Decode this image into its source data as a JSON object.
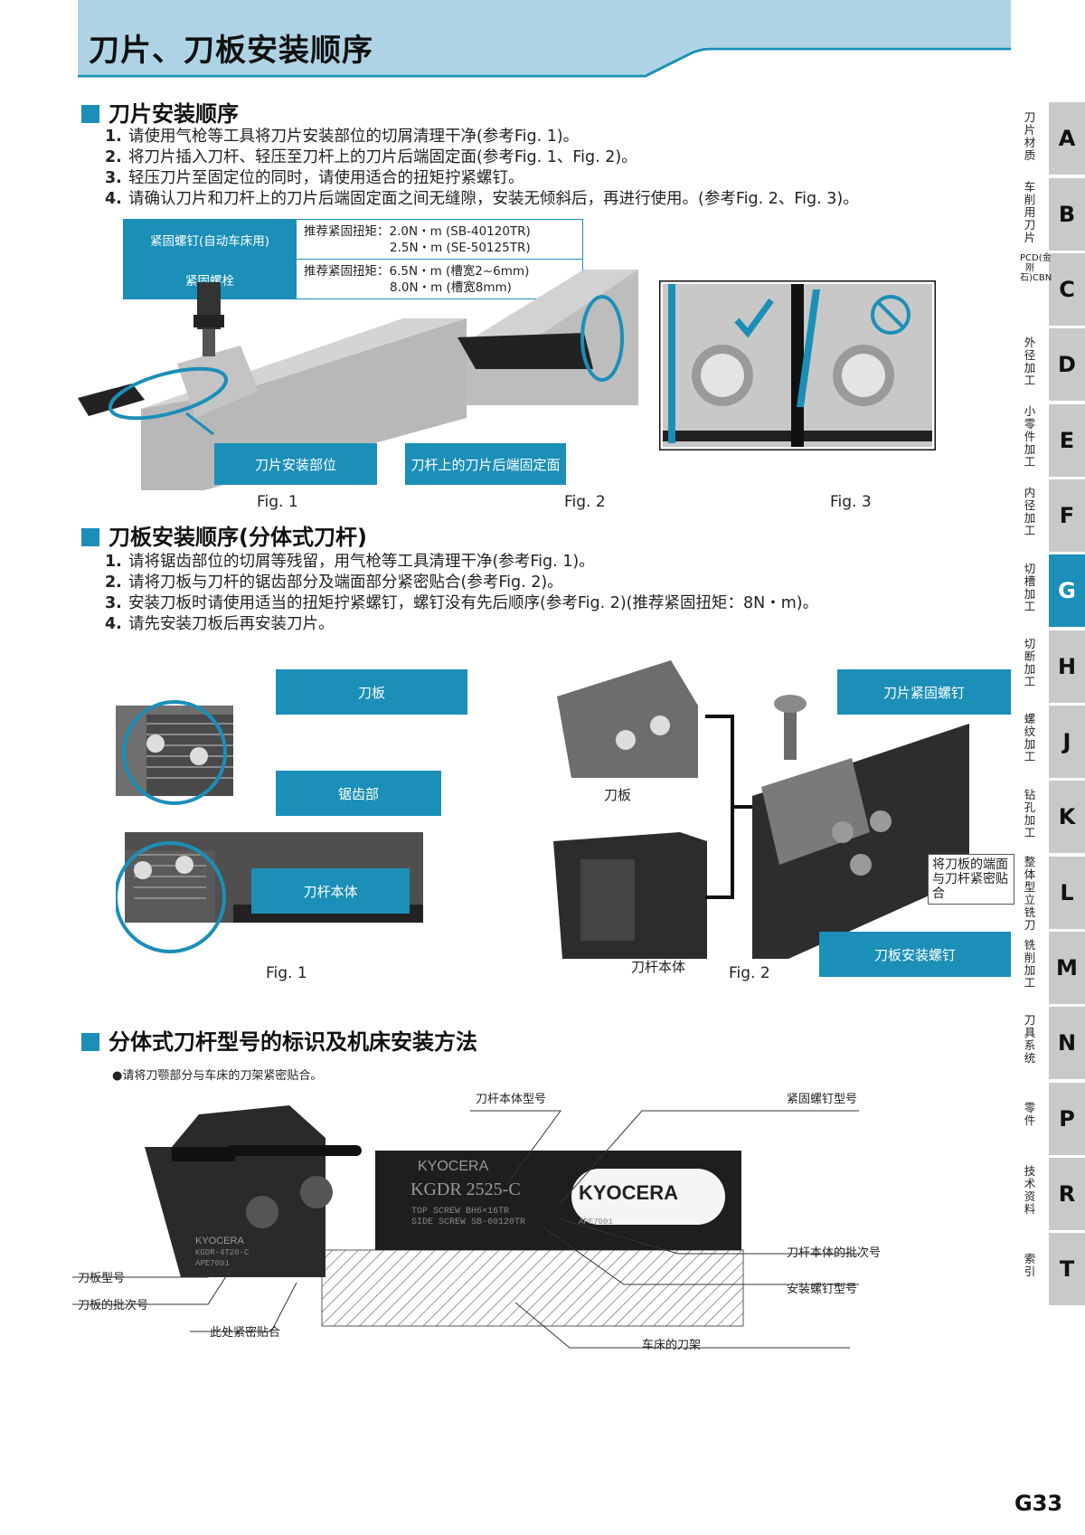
{
  "header": {
    "title": "刀片、刀板安装顺序"
  },
  "section1": {
    "heading": "刀片安装顺序",
    "steps": [
      {
        "num": "1.",
        "text": "请使用气枪等工具将刀片安装部位的切屑清理干净(参考Fig. 1)。"
      },
      {
        "num": "2.",
        "text": "将刀片插入刀杆、轻压至刀杆上的刀片后端固定面(参考Fig. 1、Fig. 2)。"
      },
      {
        "num": "3.",
        "text": "轻压刀片至固定位的同时，请使用适合的扭矩拧紧螺钉。"
      },
      {
        "num": "4.",
        "text": "请确认刀片和刀杆上的刀片后端固定面之间无缝隙，安装无倾斜后，再进行使用。(参考Fig. 2、Fig. 3)。"
      }
    ],
    "torque_table": [
      {
        "label": "紧固螺钉(自动车床用)",
        "line1": "推荐紧固扭矩：2.0N・m (SB-40120TR)",
        "line2": "2.5N・m (SE-50125TR)"
      },
      {
        "label": "紧固螺栓",
        "line1": "推荐紧固扭矩：6.5N・m (槽宽2~6mm)",
        "line2": "8.0N・m (槽宽8mm)"
      }
    ],
    "callouts": {
      "insert_seat": "刀片安装部位",
      "rear_face": "刀杆上的刀片后端固定面"
    },
    "fig_captions": [
      "Fig. 1",
      "Fig. 2",
      "Fig. 3"
    ]
  },
  "section2": {
    "heading": "刀板安装顺序(分体式刀杆)",
    "steps": [
      {
        "num": "1.",
        "text": "请将锯齿部位的切屑等残留，用气枪等工具清理干净(参考Fig. 1)。"
      },
      {
        "num": "2.",
        "text": "请将刀板与刀杆的锯齿部分及端面部分紧密贴合(参考Fig. 2)。"
      },
      {
        "num": "3.",
        "text": "安装刀板时请使用适当的扭矩拧紧螺钉，螺钉没有先后顺序(参考Fig. 2)(推荐紧固扭矩：8N・m)。"
      },
      {
        "num": "4.",
        "text": "请先安装刀板后再安装刀片。"
      }
    ],
    "callouts": {
      "blade": "刀板",
      "serration": "锯齿部",
      "body": "刀杆本体",
      "insert_screw": "刀片紧固螺钉",
      "blade_screw": "刀板安装螺钉"
    },
    "labels": {
      "blade": "刀板",
      "body": "刀杆本体",
      "note": "将刀板的端面与刀杆紧密贴合"
    },
    "fig_captions": [
      "Fig. 1",
      "Fig. 2"
    ]
  },
  "section3": {
    "heading": "分体式刀杆型号的标识及机床安装方法",
    "bullet": "●请将刀颚部分与车床的刀架紧密贴合。",
    "labels": {
      "body_model": "刀杆本体型号",
      "screw_model": "紧固螺钉型号",
      "body_lot": "刀杆本体的批次号",
      "mount_screw": "安装螺钉型号",
      "blade_model": "刀板型号",
      "blade_lot": "刀板的批次号",
      "tight_fit": "此处紧密贴合",
      "tool_post": "车床的刀架"
    },
    "tool_text": {
      "brand": "KYOCERA",
      "model": "KGDR 2525-C",
      "top_screw": "TOP SCREW BH6×16TR",
      "side_screw": "SIDE SCREW SB-60120TR",
      "body_lot": "APE7001",
      "blade_model": "KGDR-4T20-C",
      "blade_lot": "APE7001"
    }
  },
  "tabs": [
    {
      "letter": "A",
      "label": "刀片材质",
      "active": false
    },
    {
      "letter": "B",
      "label": "车削用刀片",
      "active": false
    },
    {
      "letter": "C",
      "label": "PCD(金刚石)CBN",
      "active": false
    },
    {
      "letter": "D",
      "label": "外径加工",
      "active": false
    },
    {
      "letter": "E",
      "label": "小零件加工",
      "active": false
    },
    {
      "letter": "F",
      "label": "内径加工",
      "active": false
    },
    {
      "letter": "G",
      "label": "切槽加工",
      "active": true
    },
    {
      "letter": "H",
      "label": "切断加工",
      "active": false
    },
    {
      "letter": "J",
      "label": "螺纹加工",
      "active": false
    },
    {
      "letter": "K",
      "label": "钻孔加工",
      "active": false
    },
    {
      "letter": "L",
      "label": "整体型立铣刀",
      "active": false
    },
    {
      "letter": "M",
      "label": "铣削加工",
      "active": false
    },
    {
      "letter": "N",
      "label": "刀具系统",
      "active": false
    },
    {
      "letter": "P",
      "label": "零件",
      "active": false
    },
    {
      "letter": "R",
      "label": "技术资料",
      "active": false
    },
    {
      "letter": "T",
      "label": "索引",
      "active": false
    }
  ],
  "page_number": "G33",
  "colors": {
    "accent": "#1b8fb8",
    "header_bg": "#aed3e4",
    "tab_gray": "#c9c9c9"
  }
}
